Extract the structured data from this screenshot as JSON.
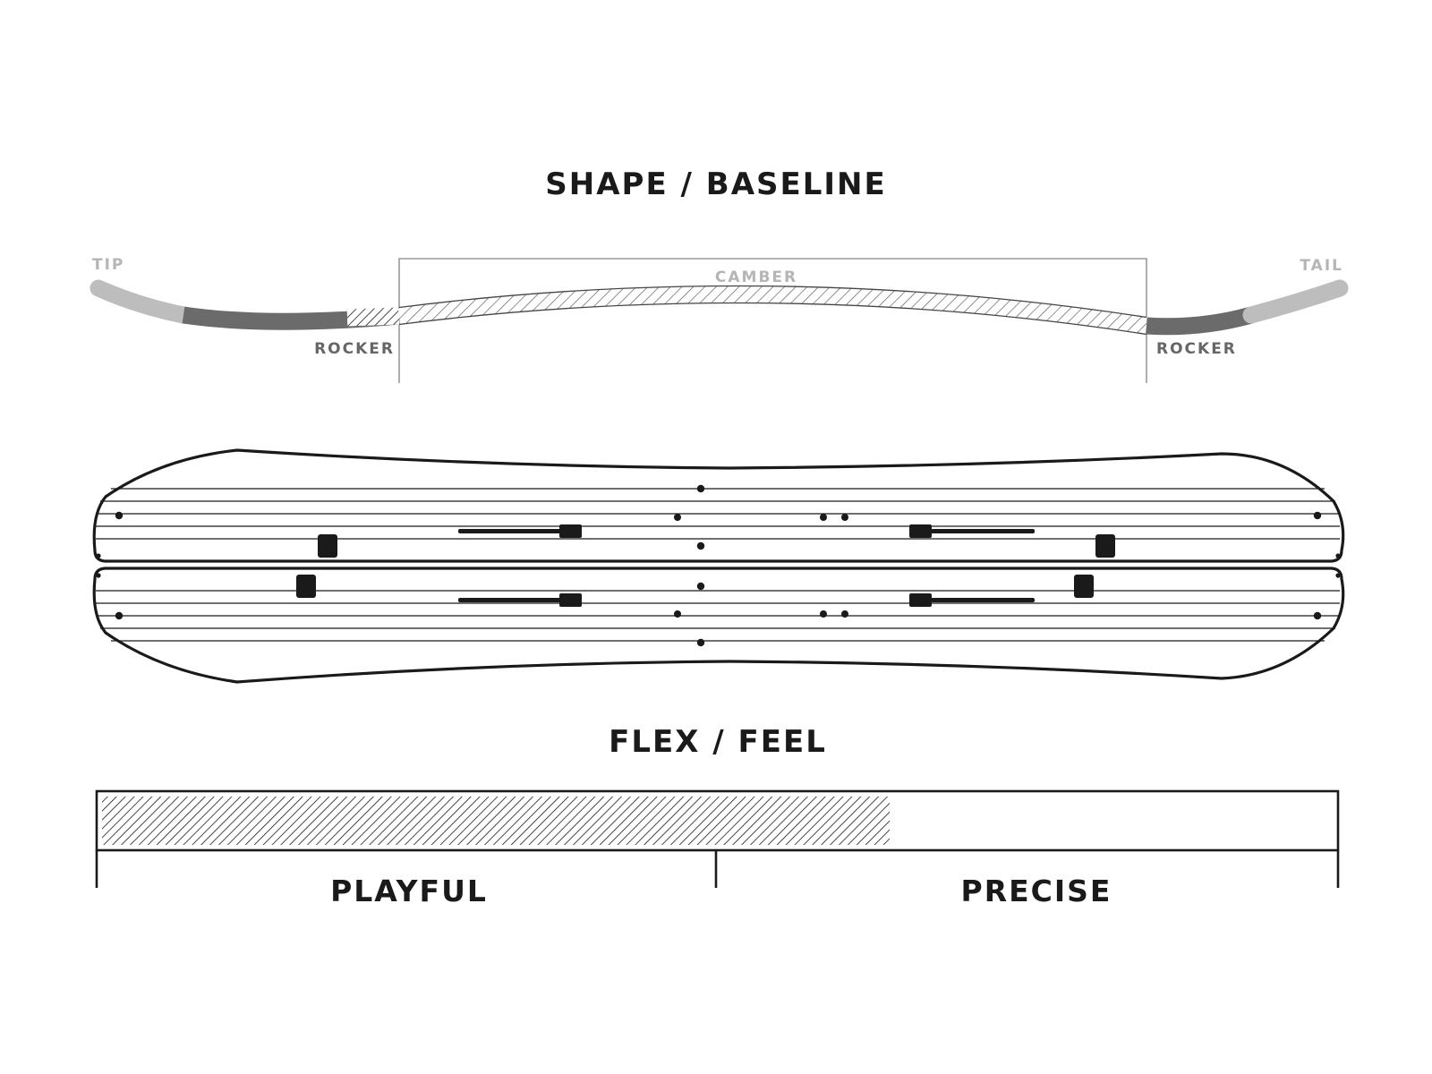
{
  "shape": {
    "title": "SHAPE / BASELINE",
    "tip_label": "TIP",
    "tail_label": "TAIL",
    "camber_label": "CAMBER",
    "rocker_left_label": "ROCKER",
    "rocker_right_label": "ROCKER"
  },
  "flex": {
    "title": "FLEX / FEEL",
    "left_label": "PLAYFUL",
    "right_label": "PRECISE",
    "level_fraction": 0.64
  },
  "colors": {
    "ink": "#1a1a1a",
    "rocker_dark": "#6b6b6b",
    "rocker_light": "#bdbdbd",
    "label_gray": "#b5b5b5",
    "label_dark_gray": "#666666"
  }
}
